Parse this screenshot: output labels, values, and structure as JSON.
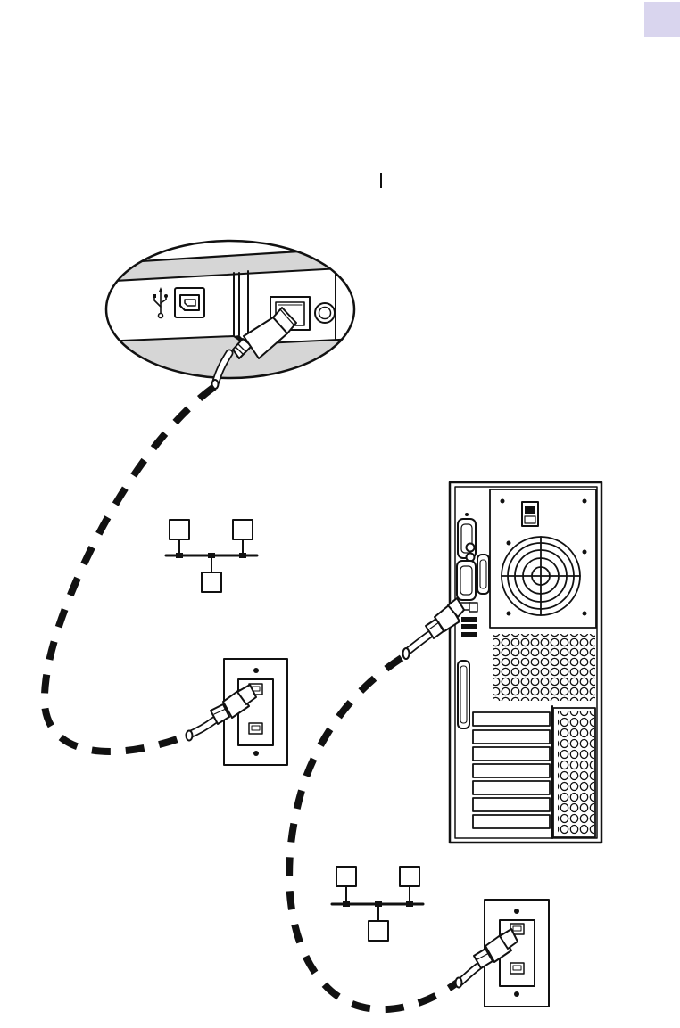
{
  "page": {
    "tab_color": "#d9d5ee",
    "ink_color": "#111111",
    "screen_color": "#d6d6d6"
  },
  "figure": {
    "callout": {
      "ports": [
        "usb-port",
        "ethernet-port"
      ],
      "icons": [
        "usb-icon",
        "round-indicator-icon"
      ]
    },
    "cables": [
      "printer-to-wall-jack-cable",
      "computer-to-wall-jack-cable"
    ],
    "network_symbols": 2,
    "wall_jacks": 2,
    "computer": "tower-computer-rear-panel"
  }
}
